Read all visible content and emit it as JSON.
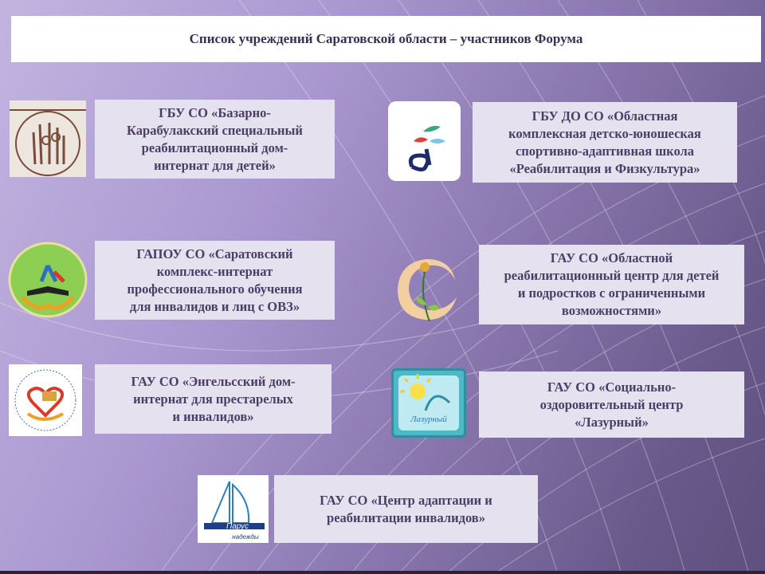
{
  "title": "Список учреждений Саратовской области – участников Форума",
  "institutions": [
    {
      "name": "ГБУ СО «Базарно-\nКарабулакский специальный\nреабилитационный дом-\nинтернат для детей»",
      "logo": "hand-children-logo"
    },
    {
      "name": "ГБУ ДО СО «Областная\nкомплексная детско-юношеская\nспортивно-адаптивная школа\n«Реабилитация и Физкультура»",
      "logo": "wheelchair-athlete-logo"
    },
    {
      "name": "ГАПОУ СО «Саратовский\nкомплекс-интернат\nпрофессионального обучения\nдля инвалидов и лиц с ОВЗ»",
      "logo": "book-people-logo"
    },
    {
      "name": "ГАУ СО «Областной\nреабилитационный центр для детей\nи подростков с ограниченными\nвозможностями»",
      "logo": "flower-logo"
    },
    {
      "name": "ГАУ СО «Энгельсский дом-\nинтернат для престарелых\nи инвалидов»",
      "logo": "heart-hands-logo"
    },
    {
      "name": "ГАУ СО «Социально-\nоздоровительный центр\n«Лазурный»",
      "logo": "sun-lazurny-logo",
      "logo_text": "Лазурный"
    },
    {
      "name": "ГАУ СО «Центр адаптации и\nреабилитации инвалидов»",
      "logo": "sail-logo",
      "logo_text": "Парус надежды"
    }
  ],
  "colors": {
    "box": "#e6e1ee",
    "text": "#4a3d66",
    "title_text": "#3a2e55"
  }
}
